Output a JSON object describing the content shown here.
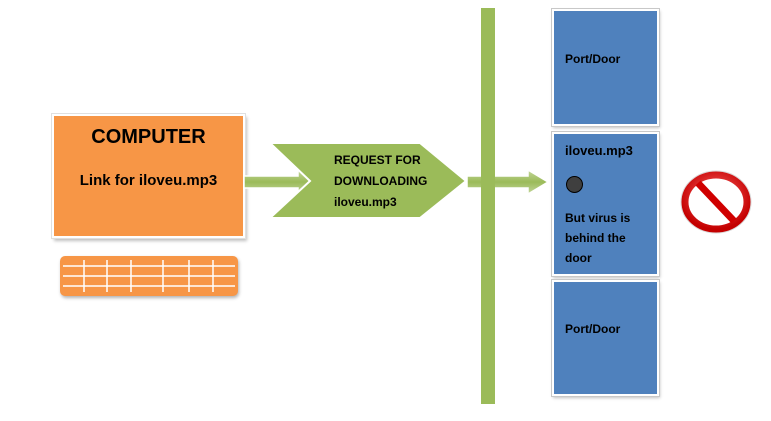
{
  "computer": {
    "title": "COMPUTER",
    "link_text": "Link for iloveu.mp3",
    "color": "#f79646"
  },
  "request_arrow": {
    "line1": "REQUEST FOR",
    "line2": "DOWNLOADING",
    "line3": "iloveu.mp3",
    "color": "#9bbb59"
  },
  "firewall": {
    "color": "#9bbb59"
  },
  "ports": {
    "top_label": "Port/Door",
    "middle": {
      "file_name": "iloveu.mp3",
      "virus_line1": "But virus is",
      "virus_line2": "behind the",
      "virus_line3": "door"
    },
    "bottom_label": "Port/Door",
    "color": "#4f81bd"
  },
  "icons": {
    "no_entry": "prohibited-icon",
    "virus": "virus-dot-icon"
  }
}
